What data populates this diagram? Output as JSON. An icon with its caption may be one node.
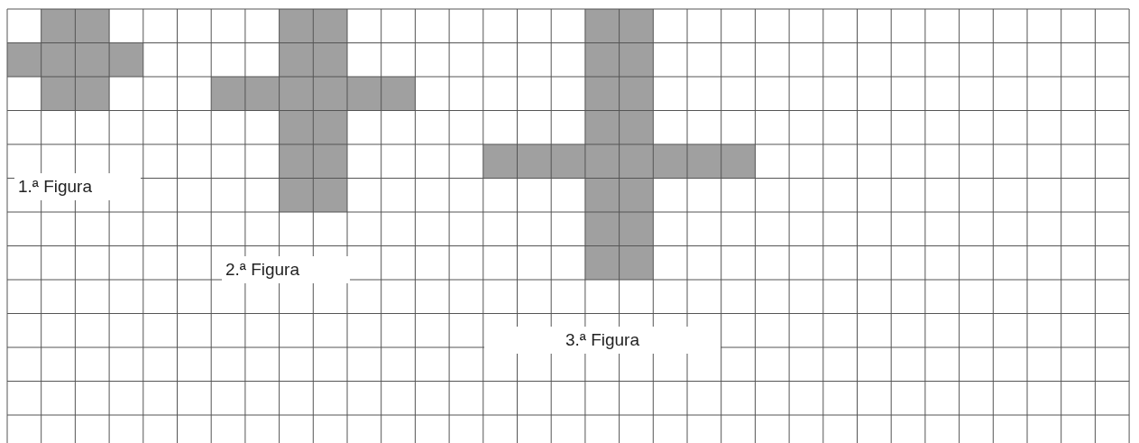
{
  "diagram": {
    "labels": [
      "1.ª Figura",
      "2.ª Figura",
      "3.ª Figura"
    ]
  }
}
